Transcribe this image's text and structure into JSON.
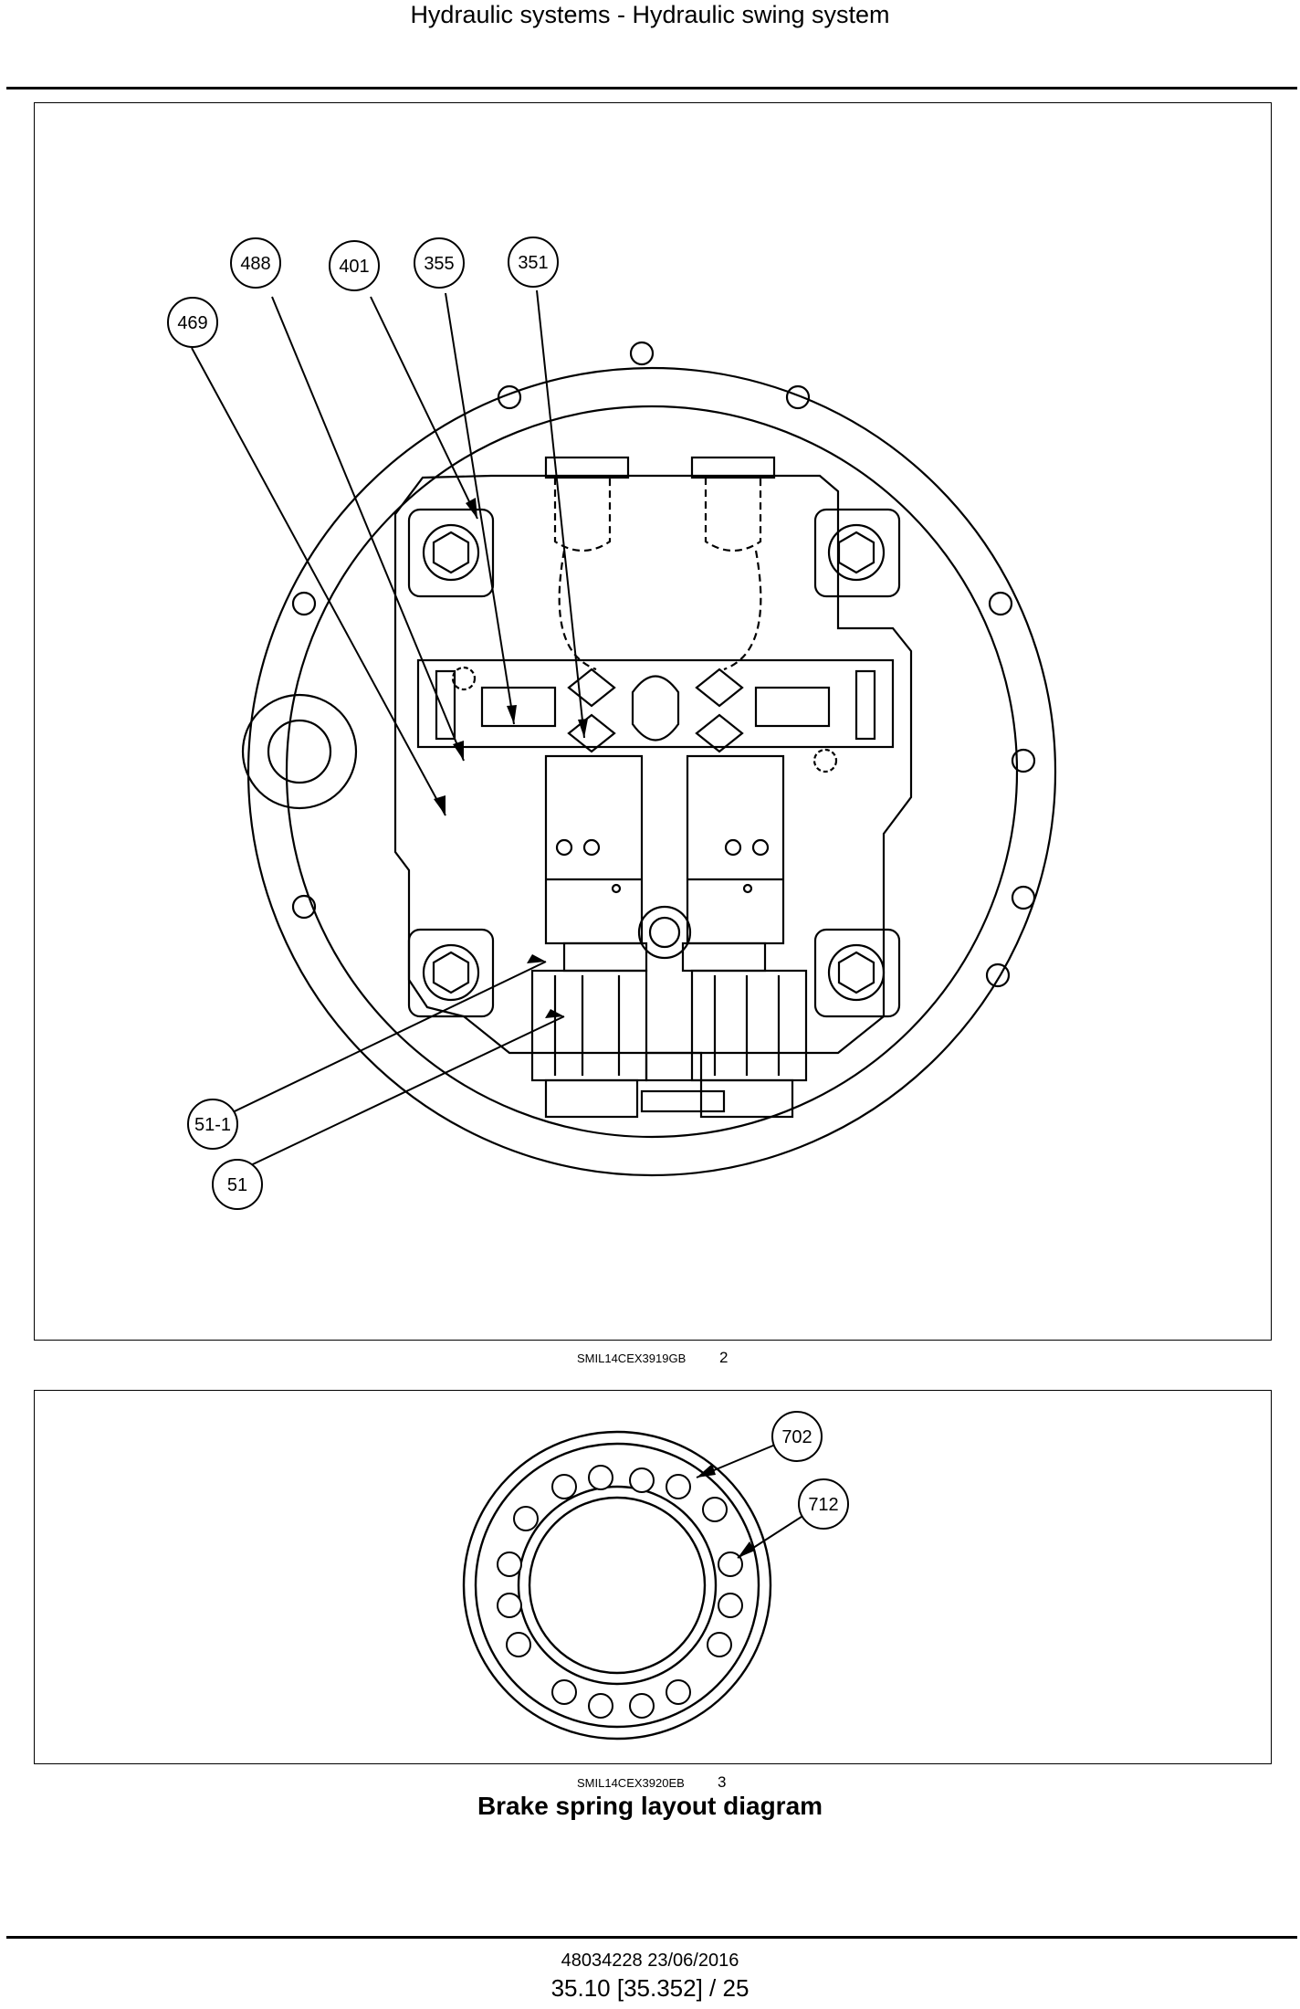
{
  "header": {
    "title": "Hydraulic systems - Hydraulic swing system"
  },
  "figure2": {
    "code": "SMIL14CEX3919GB",
    "number": "2",
    "callouts": [
      "469",
      "488",
      "401",
      "355",
      "351",
      "51-1",
      "51"
    ]
  },
  "figure3": {
    "code": "SMIL14CEX3920EB",
    "number": "3",
    "title": "Brake spring layout diagram",
    "callouts": [
      "702",
      "712"
    ]
  },
  "footer": {
    "doc": "48034228 23/06/2016",
    "page": "35.10 [35.352] / 25"
  }
}
